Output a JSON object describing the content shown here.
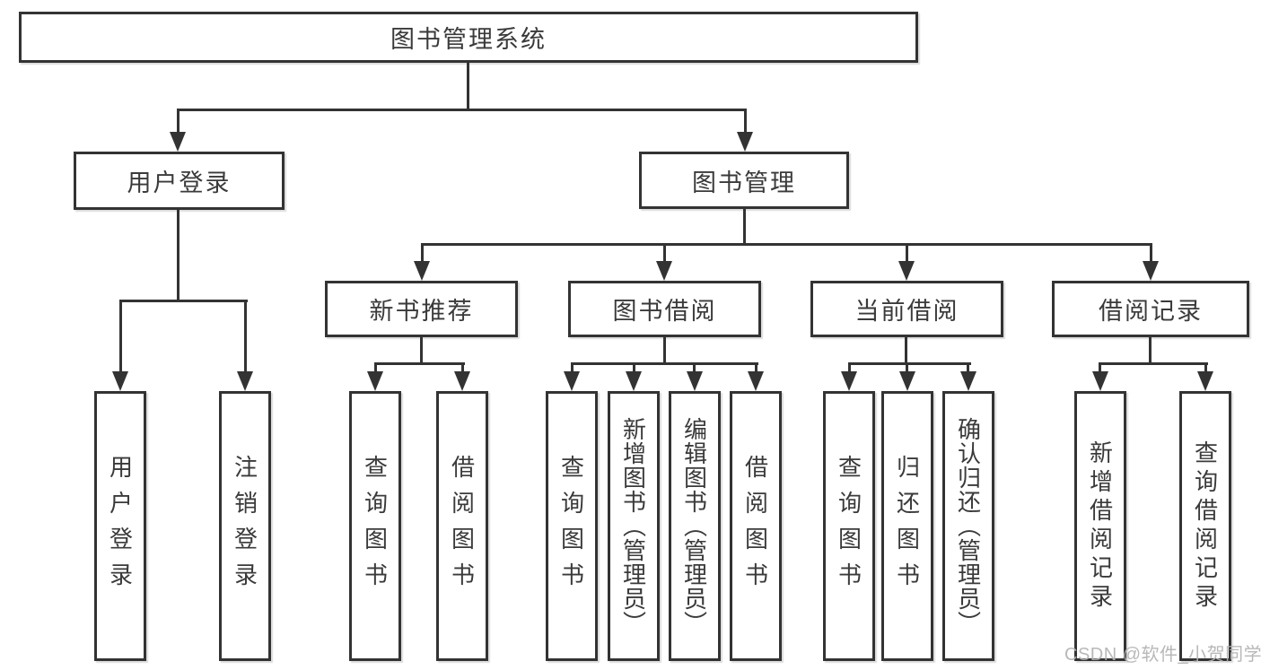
{
  "colors": {
    "line": "#333333",
    "text": "#3a3a3a",
    "background": "#ffffff",
    "watermark": "#b3b3b3"
  },
  "watermark": {
    "text": "CSDN @软件_小贺同学"
  },
  "tree": {
    "root": {
      "label": "图书管理系统"
    },
    "branches": [
      {
        "label": "用户登录",
        "leaves": [
          "用户登录",
          "注销登录"
        ]
      },
      {
        "label": "图书管理",
        "groups": [
          {
            "label": "新书推荐",
            "leaves": [
              "查询图书",
              "借阅图书"
            ]
          },
          {
            "label": "图书借阅",
            "leaves": [
              "查询图书",
              "新增图书（管理员）",
              "编辑图书（管理员）",
              "借阅图书"
            ]
          },
          {
            "label": "当前借阅",
            "leaves": [
              "查询图书",
              "归还图书",
              "确认归还（管理员）"
            ]
          },
          {
            "label": "借阅记录",
            "leaves": [
              "新增借阅记录",
              "查询借阅记录"
            ]
          }
        ]
      }
    ]
  }
}
